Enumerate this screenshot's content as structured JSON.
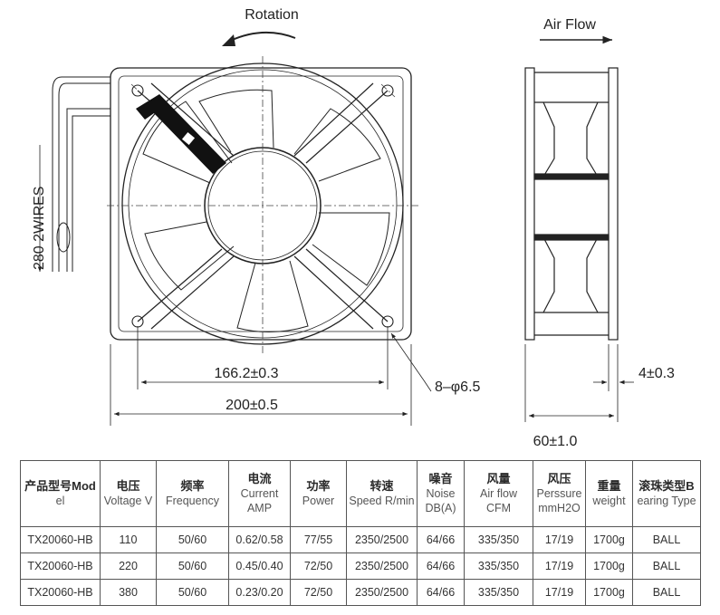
{
  "drawing": {
    "rotation_label": "Rotation",
    "airflow_label": "Air Flow",
    "wires_label": "280 2WIRES",
    "dim_hole_spacing": "166.2±0.3",
    "dim_width": "200±0.5",
    "dim_holes": "8–φ6.5",
    "dim_flange": "4±0.3",
    "dim_depth": "60±1.0"
  },
  "table": {
    "headers": [
      {
        "cn": "产品型号Mod",
        "en": "el"
      },
      {
        "cn": "电压",
        "en": "Voltage V"
      },
      {
        "cn": "频率",
        "en": "Frequency"
      },
      {
        "cn": "电流",
        "en": "Current AMP"
      },
      {
        "cn": "功率",
        "en": "Power"
      },
      {
        "cn": "转速",
        "en": "Speed R/min"
      },
      {
        "cn": "噪音",
        "en": "Noise DB(A)"
      },
      {
        "cn": "风量",
        "en": "Air flow CFM"
      },
      {
        "cn": "风压",
        "en": "Perssure mmH2O"
      },
      {
        "cn": "重量",
        "en": "weight"
      },
      {
        "cn": "滚珠类型B",
        "en": "earing Type"
      }
    ],
    "rows": [
      [
        "TX20060-HB",
        "110",
        "50/60",
        "0.62/0.58",
        "77/55",
        "2350/2500",
        "64/66",
        "335/350",
        "17/19",
        "1700g",
        "BALL"
      ],
      [
        "TX20060-HB",
        "220",
        "50/60",
        "0.45/0.40",
        "72/50",
        "2350/2500",
        "64/66",
        "335/350",
        "17/19",
        "1700g",
        "BALL"
      ],
      [
        "TX20060-HB",
        "380",
        "50/60",
        "0.23/0.20",
        "72/50",
        "2350/2500",
        "64/66",
        "335/350",
        "17/19",
        "1700g",
        "BALL"
      ]
    ]
  }
}
